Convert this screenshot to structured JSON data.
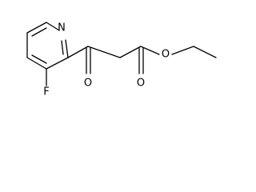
{
  "molecule": {
    "atoms": {
      "ring_nitrogen": "N",
      "fluorine": "F",
      "ketone_oxygen": "O",
      "ester_carbonyl_oxygen": "O",
      "ester_ether_oxygen": "O"
    }
  }
}
